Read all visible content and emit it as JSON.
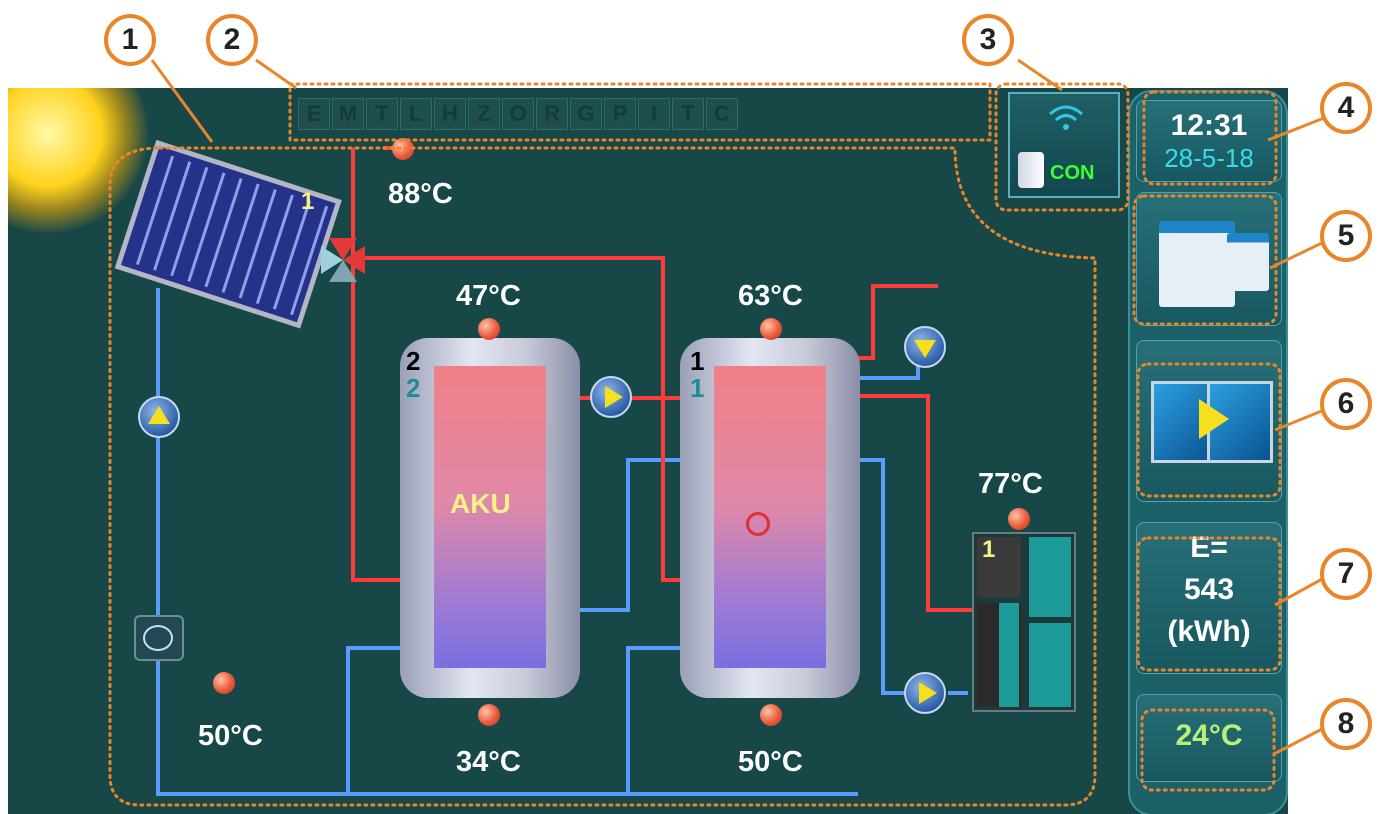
{
  "callouts": [
    "1",
    "2",
    "3",
    "4",
    "5",
    "6",
    "7",
    "8"
  ],
  "mode_letters": [
    "E",
    "M",
    "T",
    "L",
    "H",
    "Z",
    "O",
    "R",
    "G",
    "P",
    "I",
    "T",
    "C"
  ],
  "connection": {
    "status": "CON"
  },
  "clock": {
    "time": "12:31",
    "date": "28-5-18"
  },
  "energy": {
    "line1": "E=",
    "line2": "543",
    "line3": "(kWh)"
  },
  "outdoor_temp": "24°C",
  "collector": {
    "number": "1",
    "temp": "88°C",
    "return_temp": "50°C"
  },
  "tank_aku": {
    "label": "AKU",
    "index_top": "2",
    "index_bottom": "2",
    "temp_top": "47°C",
    "temp_bottom": "34°C"
  },
  "tank_dhw": {
    "index_top": "1",
    "index_bottom": "1",
    "temp_top": "63°C",
    "temp_bottom": "50°C"
  },
  "boiler": {
    "number": "1",
    "temp": "77°C"
  },
  "icons": {
    "wifi": "wifi-icon",
    "router": "router-icon",
    "notes": "notes-icon",
    "screens": "switch-screen-icon",
    "gauge": "gauge-icon",
    "valve": "three-way-valve-icon"
  },
  "colors": {
    "hot_pipe": "#ff3b3b",
    "cold_pipe": "#4a90ff",
    "accent_orange": "#e9862a",
    "temp_text": "#ffffff",
    "index_yellow": "#f4f08a"
  }
}
